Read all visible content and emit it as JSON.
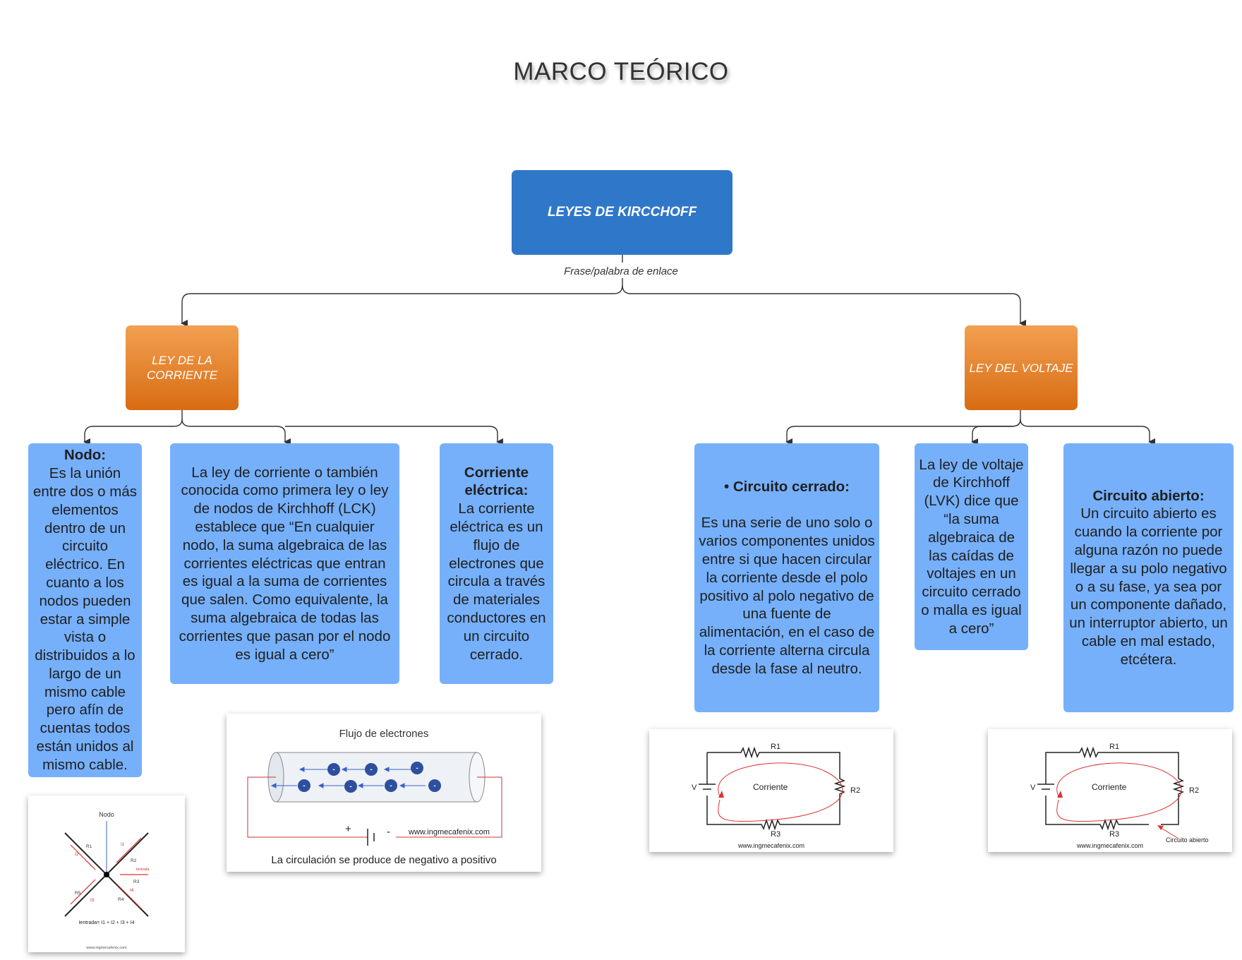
{
  "title": "MARCO TEÓRICO",
  "root": {
    "label": "LEYES DE KIRCCHOFF",
    "link_label": "Frase/palabra de enlace"
  },
  "branches": {
    "current": {
      "label": "LEY DE LA CORRIENTE"
    },
    "voltage": {
      "label": "LEY DEL VOLTAJE"
    }
  },
  "cards": {
    "nodo": {
      "heading": "Nodo:",
      "body": "Es la unión entre dos o más elementos dentro de un circuito eléctrico. En cuanto a los nodos pueden estar a simple vista o distribuidos a lo largo de un mismo cable pero afín de cuentas todos están unidos al mismo cable."
    },
    "lck": {
      "body": "La ley de corriente o también conocida como primera ley o ley de nodos de Kirchhoff (LCK) establece que “En cualquier nodo, la suma algebraica de las corrientes eléctricas que entran es igual a la suma de corrientes que salen. Como equivalente, la suma algebraica de todas las corrientes que pasan por el nodo es igual a cero”"
    },
    "corriente": {
      "heading": "Corriente eléctrica:",
      "body": "La corriente eléctrica es un flujo de electrones que circula a través de materiales conductores en un circuito cerrado."
    },
    "cerrado": {
      "heading": "• Circuito cerrado:",
      "body": "Es una serie de uno solo o varios componentes unidos entre si que hacen circular la corriente desde el polo positivo al polo negativo de una fuente de alimentación, en el caso de la corriente alterna circula desde la fase al neutro."
    },
    "lvk": {
      "body": "La ley de voltaje de Kirchhoff (LVK) dice que “la suma algebraica de las caídas de voltajes en un circuito cerrado o malla es igual a cero”"
    },
    "abierto": {
      "heading": "Circuito abierto:",
      "body": "Un circuito abierto es cuando la corriente por alguna razón no puede llegar a su polo negativo o a su fase, ya sea por un componente dañado, un interruptor abierto, un cable en mal estado, etcétera."
    }
  },
  "images": {
    "nodo": {
      "title": "Nodo",
      "labels": [
        "R1",
        "I1",
        "I2",
        "R2",
        "Ientrada",
        "R3",
        "I4",
        "R5",
        "R4",
        "I3"
      ],
      "formula": "Ientrada= I1 + I2 + I3 + I4",
      "site": "www.ingmecafenix.com"
    },
    "flujo": {
      "title": "Flujo de electrones",
      "plus": "+",
      "minus": "-",
      "electron": "-",
      "site": "www.ingmecafenix.com",
      "caption": "La circulación se produce de negativo a positivo"
    },
    "cerrado": {
      "r1": "R1",
      "r2": "R2",
      "r3": "R3",
      "v": "V",
      "current": "Corriente",
      "site": "www.ingmecafenix.com"
    },
    "abierto": {
      "r1": "R1",
      "r2": "R2",
      "r3": "R3",
      "v": "V",
      "current": "Corriente",
      "open": "Circuito abierto",
      "site": "www.ingmecafenix.com"
    }
  }
}
